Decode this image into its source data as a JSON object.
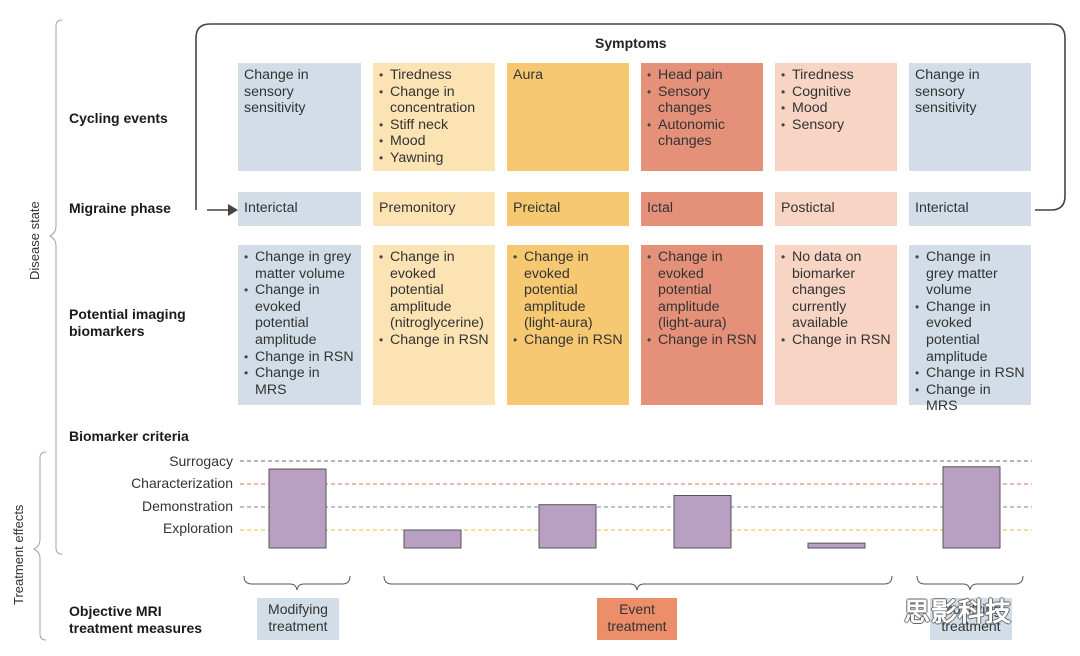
{
  "side_labels": {
    "disease_state": "Disease state",
    "treatment_effects": "Treatment effects"
  },
  "symptoms_title": "Symptoms",
  "row_labels": {
    "cycling_events": "Cycling events",
    "migraine_phase": "Migraine phase",
    "imaging_biomarkers_1": "Potential imaging",
    "imaging_biomarkers_2": "biomarkers",
    "biomarker_criteria": "Biomarker criteria",
    "mri_measures_1": "Objective MRI",
    "mri_measures_2": "treatment measures"
  },
  "cycling_events": [
    {
      "type": "text",
      "lines": [
        "Change in",
        "sensory",
        "sensitivity"
      ]
    },
    {
      "type": "bullets",
      "items": [
        "Tiredness",
        "Change in",
        "concentration",
        "Stiff neck",
        "Mood",
        "Yawning"
      ],
      "bulleted": [
        true,
        true,
        false,
        true,
        true,
        true
      ]
    },
    {
      "type": "text",
      "lines": [
        "Aura"
      ]
    },
    {
      "type": "bullets",
      "items": [
        "Head pain",
        "Sensory",
        "changes",
        "Autonomic",
        "changes"
      ],
      "bulleted": [
        true,
        true,
        false,
        true,
        false
      ]
    },
    {
      "type": "bullets",
      "items": [
        "Tiredness",
        "Cognitive",
        "Mood",
        "Sensory"
      ],
      "bulleted": [
        true,
        true,
        true,
        true
      ]
    },
    {
      "type": "text",
      "lines": [
        "Change in",
        "sensory",
        "sensitivity"
      ]
    }
  ],
  "phases": [
    "Interictal",
    "Premonitory",
    "Preictal",
    "Ictal",
    "Postictal",
    "Interictal"
  ],
  "biomarkers": [
    {
      "items": [
        "Change in grey",
        "matter volume",
        "Change in",
        "evoked",
        "potential",
        "amplitude",
        "Change in RSN",
        "Change in MRS"
      ],
      "bulleted": [
        true,
        false,
        true,
        false,
        false,
        false,
        true,
        true
      ]
    },
    {
      "items": [
        "Change in",
        "evoked",
        "potential",
        "amplitude",
        "(nitroglycerine)",
        "Change in RSN"
      ],
      "bulleted": [
        true,
        false,
        false,
        false,
        false,
        true
      ]
    },
    {
      "items": [
        "Change in",
        "evoked",
        "potential",
        "amplitude",
        "(light-aura)",
        "Change in RSN"
      ],
      "bulleted": [
        true,
        false,
        false,
        false,
        false,
        true
      ]
    },
    {
      "items": [
        "Change in",
        "evoked",
        "potential",
        "amplitude",
        "(light-aura)",
        "Change in RSN"
      ],
      "bulleted": [
        true,
        false,
        false,
        false,
        false,
        true
      ]
    },
    {
      "items": [
        "No data on",
        "biomarker",
        "changes",
        "currently",
        "available",
        "Change in RSN"
      ],
      "bulleted": [
        true,
        false,
        false,
        false,
        false,
        true
      ]
    },
    {
      "items": [
        "Change in",
        "grey matter",
        "volume",
        "Change in",
        "evoked",
        "potential",
        "amplitude",
        "Change in RSN",
        "Change in MRS"
      ],
      "bulleted": [
        true,
        false,
        false,
        true,
        false,
        false,
        false,
        true,
        true
      ]
    }
  ],
  "criteria_levels": [
    "Surrogacy",
    "Characterization",
    "Demonstration",
    "Exploration"
  ],
  "criteria_colors": [
    "#8a5a8a",
    "#e06a5a",
    "#6a8aa8",
    "#e8b84a"
  ],
  "criteria_bars": [
    {
      "phase": "Interictal",
      "level": 3.65
    },
    {
      "phase": "Premonitory",
      "level": 1.0
    },
    {
      "phase": "Preictal",
      "level": 2.1
    },
    {
      "phase": "Ictal",
      "level": 2.5
    },
    {
      "phase": "Postictal",
      "level": 0.27
    },
    {
      "phase": "Interictal",
      "level": 3.75
    }
  ],
  "treatment_measures": [
    "Modifying treatment",
    "Event treatment",
    "Modifying treatment"
  ],
  "watermark": "思影科技",
  "colors": {
    "blue": "#d2dde8",
    "light_yellow": "#fbe3b3",
    "yellow": "#f7c872",
    "red": "#e5917a",
    "peach": "#f7d4c3",
    "bar": "#b9a0c2"
  }
}
